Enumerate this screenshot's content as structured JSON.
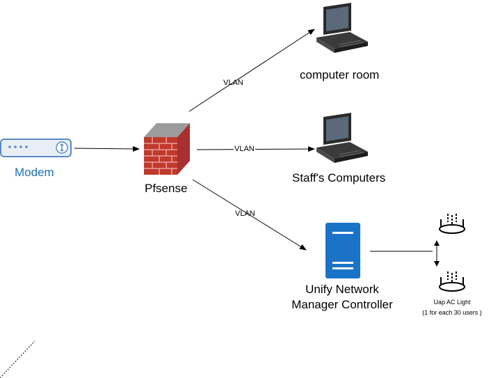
{
  "nodes": {
    "modem": {
      "label": "Modem",
      "icon": "modem-icon",
      "color": "#1e6fb8"
    },
    "firewall": {
      "label": "Pfsense",
      "icon": "firewall-brick-icon"
    },
    "computer_room": {
      "label": "computer room",
      "icon": "desktop-computer-icon"
    },
    "staff_computers": {
      "label": "Staff's Computers",
      "icon": "desktop-computer-icon"
    },
    "controller": {
      "label_line1": "Unify Network",
      "label_line2": "Manager Controller",
      "icon": "server-icon",
      "color": "#1a73c7"
    },
    "access_point": {
      "label_line1": "Uap AC Light",
      "label_line2": "(1 for each 30 users )",
      "icon": "access-point-icon"
    }
  },
  "edges": {
    "to_computer_room": "VLAN",
    "to_staff": "VLAN",
    "to_controller": "VLAN"
  }
}
